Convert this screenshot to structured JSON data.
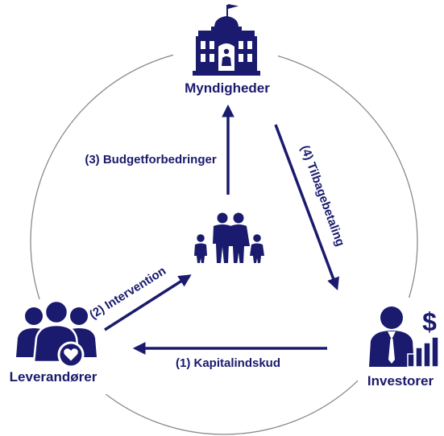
{
  "colors": {
    "primary": "#1a1a6e",
    "ring": "#8a8a8a",
    "background": "#ffffff"
  },
  "nodes": {
    "top": {
      "label": "Myndigheder",
      "icon": "government-building-icon"
    },
    "left": {
      "label": "Leverandører",
      "icon": "provider-group-icon"
    },
    "right": {
      "label": "Investorer",
      "icon": "investor-icon"
    },
    "center": {
      "icon": "family-icon"
    }
  },
  "flows": [
    {
      "step": 1,
      "label": "(1) Kapitalindskud",
      "from": "Investorer",
      "to": "Leverandører"
    },
    {
      "step": 2,
      "label": "(2) Intervention",
      "from": "Leverandører",
      "to": "family"
    },
    {
      "step": 3,
      "label": "(3) Budgetforbedringer",
      "from": "family",
      "to": "Myndigheder"
    },
    {
      "step": 4,
      "label": "(4) Tilbagebetaling",
      "from": "Myndigheder",
      "to": "Investorer"
    }
  ]
}
